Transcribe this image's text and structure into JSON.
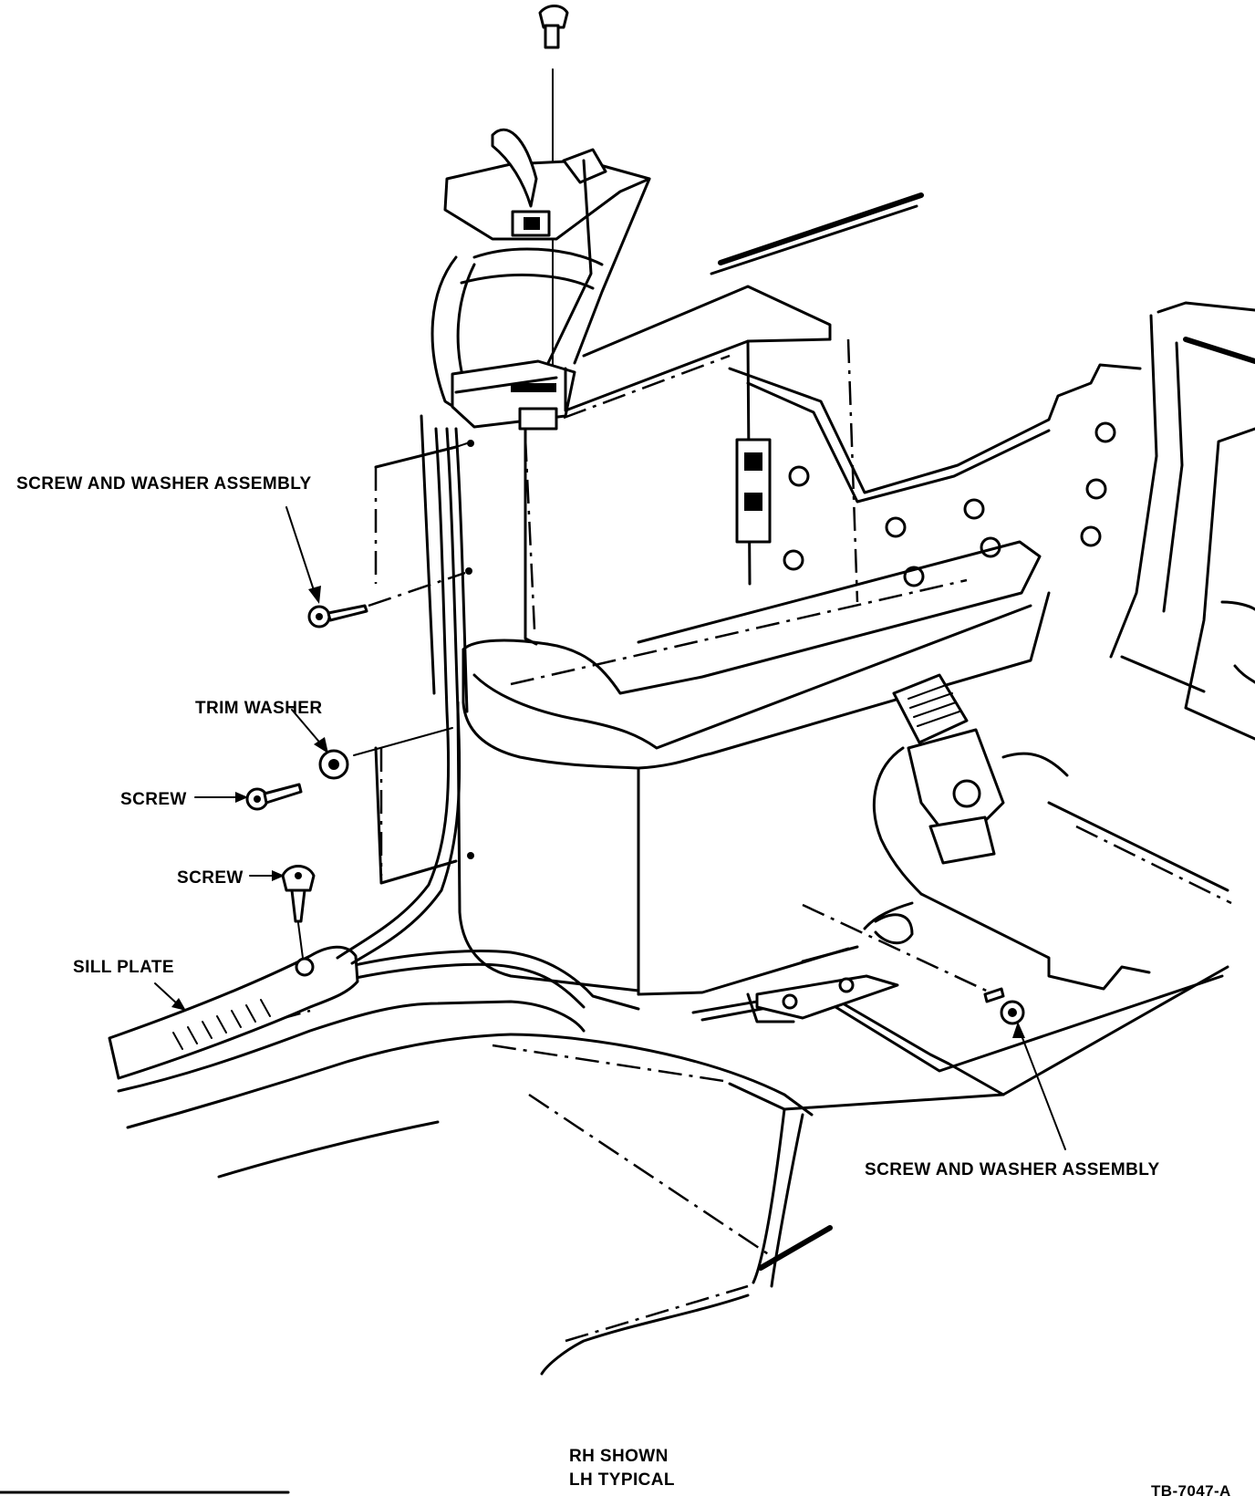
{
  "labels": {
    "screw_washer_left": "SCREW AND WASHER ASSEMBLY",
    "trim_washer": "TRIM WASHER",
    "screw_mid": "SCREW",
    "screw_lower": "SCREW",
    "sill_plate": "SILL PLATE",
    "screw_washer_right": "SCREW AND WASHER ASSEMBLY",
    "rh_shown": "RH SHOWN",
    "lh_typical": "LH TYPICAL",
    "figure_id": "TB-7047-A"
  }
}
